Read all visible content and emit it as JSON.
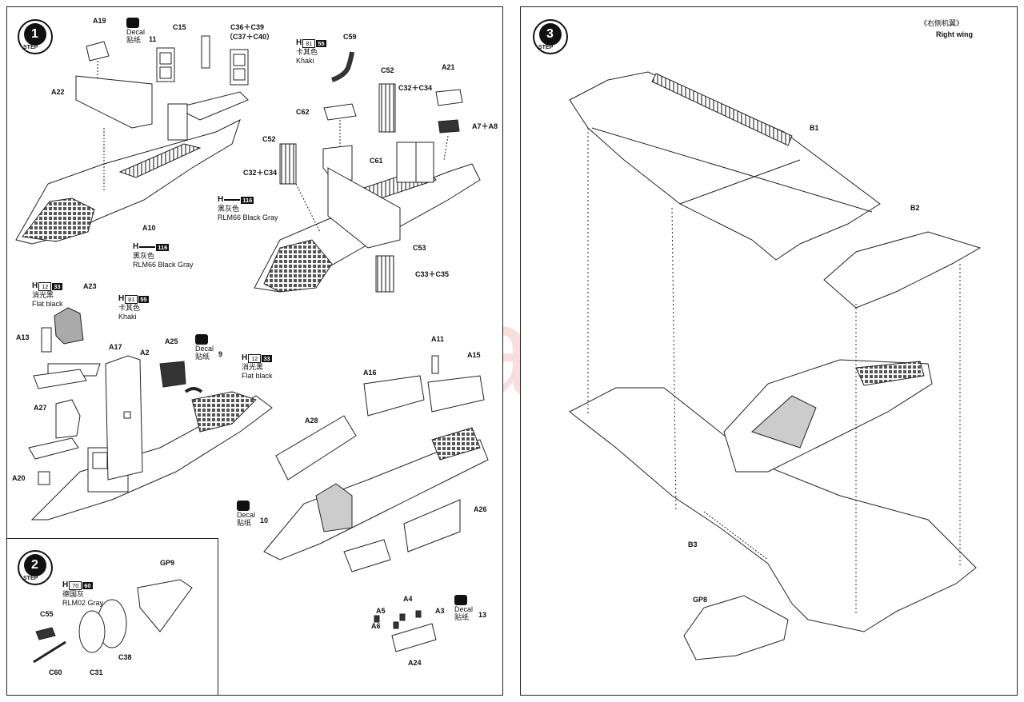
{
  "watermark": "modelartikl.cz",
  "steps": {
    "s1": "1",
    "s2": "2",
    "s3": "3",
    "step_word": "STEP"
  },
  "labels": {
    "a19": "A19",
    "a22": "A22",
    "a10": "A10",
    "c15": "C15",
    "c36c39": "C36＋C39",
    "c37c40": "（C37＋C40）",
    "c59": "C59",
    "c52a": "C52",
    "c32c34a": "C32＋C34",
    "a21": "A21",
    "a7a8": "A7＋A8",
    "c62": "C62",
    "c61": "C61",
    "c52b": "C52",
    "c32c34b": "C32＋C34",
    "c53": "C53",
    "c33c35": "C33＋C35",
    "a13": "A13",
    "a23": "A23",
    "a27": "A27",
    "a17": "A17",
    "a2": "A2",
    "a25": "A25",
    "a20": "A20",
    "a11": "A11",
    "a15": "A15",
    "a16": "A16",
    "a28": "A28",
    "a26": "A26",
    "a4": "A4",
    "a5": "A5",
    "a3": "A3",
    "a6": "A6",
    "a24": "A24",
    "gp9": "GP9",
    "c55": "C55",
    "c38": "C38",
    "c31": "C31",
    "c60": "C60",
    "b1": "B1",
    "b2": "B2",
    "b3": "B3",
    "gp8": "GP8"
  },
  "decals": {
    "d11": {
      "word": "Decal",
      "cn": "贴纸",
      "num": "11"
    },
    "d9": {
      "word": "Decal",
      "cn": "贴纸",
      "num": "9"
    },
    "d10": {
      "word": "Decal",
      "cn": "贴纸",
      "num": "10"
    },
    "d13": {
      "word": "Decal",
      "cn": "贴纸",
      "num": "13"
    }
  },
  "paints": {
    "khaki1": {
      "h": "H",
      "box": "81",
      "dark": "55",
      "cn": "卡其色",
      "en": "Khaki"
    },
    "gray116a": {
      "h": "H",
      "box": "",
      "dark": "116",
      "cn": "黑灰色",
      "en": "RLM66 Black Gray"
    },
    "gray116b": {
      "h": "H",
      "box": "",
      "dark": "116",
      "cn": "黑灰色",
      "en": "RLM66 Black Gray"
    },
    "flat1": {
      "h": "H",
      "box": "12",
      "dark": "33",
      "cn": "消光黑",
      "en": "Flat black"
    },
    "khaki2": {
      "h": "H",
      "box": "81",
      "dark": "55",
      "cn": "卡其色",
      "en": "Khaki"
    },
    "flat2": {
      "h": "H",
      "box": "12",
      "dark": "33",
      "cn": "消光黑",
      "en": "Flat black"
    },
    "rlm02": {
      "h": "H",
      "box": "70",
      "dark": "60",
      "cn": "德国灰",
      "en": "RLM02 Gray"
    }
  },
  "right_wing": {
    "cn": "《右侧机翼》",
    "en": "Right wing"
  },
  "colors": {
    "line": "#222222",
    "watermark": "#e43c3c"
  }
}
